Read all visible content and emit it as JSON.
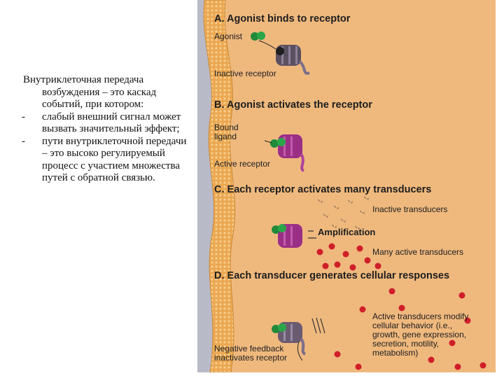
{
  "left_text": {
    "intro": "Внутриклеточная передача возбуждения – это каскад событий, при котором:",
    "items": [
      {
        "marker": "-",
        "text": "слабый внешний сигнал может вызвать значительный эффект;"
      },
      {
        "marker": "-",
        "text": "пути внутриклеточной передачи – это высоко регулируемый процесс с участием множества путей с обратной связью."
      }
    ]
  },
  "figure": {
    "headings": {
      "a": "A. Agonist binds to receptor",
      "b": "B. Agonist activates the receptor",
      "c": "C. Each receptor activates many transducers",
      "d": "D. Each transducer generates cellular responses"
    },
    "labels": {
      "agonist": "Agonist",
      "inactive_receptor": "Inactive receptor",
      "bound_ligand_1": "Bound",
      "bound_ligand_2": "ligand",
      "active_receptor": "Active receptor",
      "inactive_transducers": "Inactive transducers",
      "amplification": "Amplification",
      "many_active_transducers": "Many active transducers",
      "responses": [
        "Active transducers modify",
        "cellular behavior (i.e.,",
        "growth, gene expression,",
        "secretion, motility,",
        "metabolism)"
      ],
      "negative_feedback": [
        "Negative feedback",
        "inactivates receptor"
      ]
    },
    "colors": {
      "extracellular": "#c3c3cc",
      "cytoplasm": "#efb97e",
      "membrane": "#e8a64a",
      "agonist": "#1f8a3a",
      "inactive_receptor": "#5a5060",
      "active_receptor": "#9b2f86",
      "active_transducer": "#d01f2a",
      "inactive_transducer": "#8a6a52"
    }
  }
}
